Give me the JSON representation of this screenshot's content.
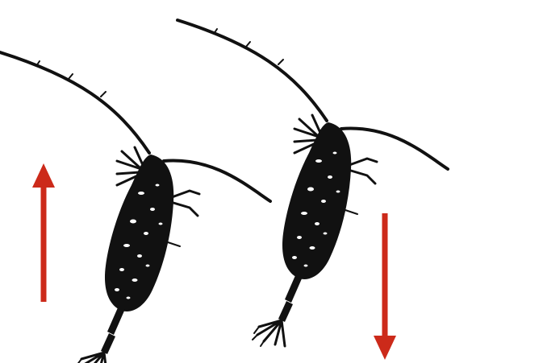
{
  "scene": {
    "subjects": [
      {
        "name": "copepod-left",
        "icon": "copepod-icon"
      },
      {
        "name": "copepod-right",
        "icon": "copepod-icon"
      }
    ],
    "arrows": [
      {
        "name": "arrow-up",
        "direction": "up",
        "icon": "arrow-up-icon"
      },
      {
        "name": "arrow-down",
        "direction": "down",
        "icon": "arrow-down-icon"
      }
    ],
    "colors": {
      "ink": "#111111",
      "arrow": "#cc2a1a",
      "background": "#ffffff"
    }
  }
}
